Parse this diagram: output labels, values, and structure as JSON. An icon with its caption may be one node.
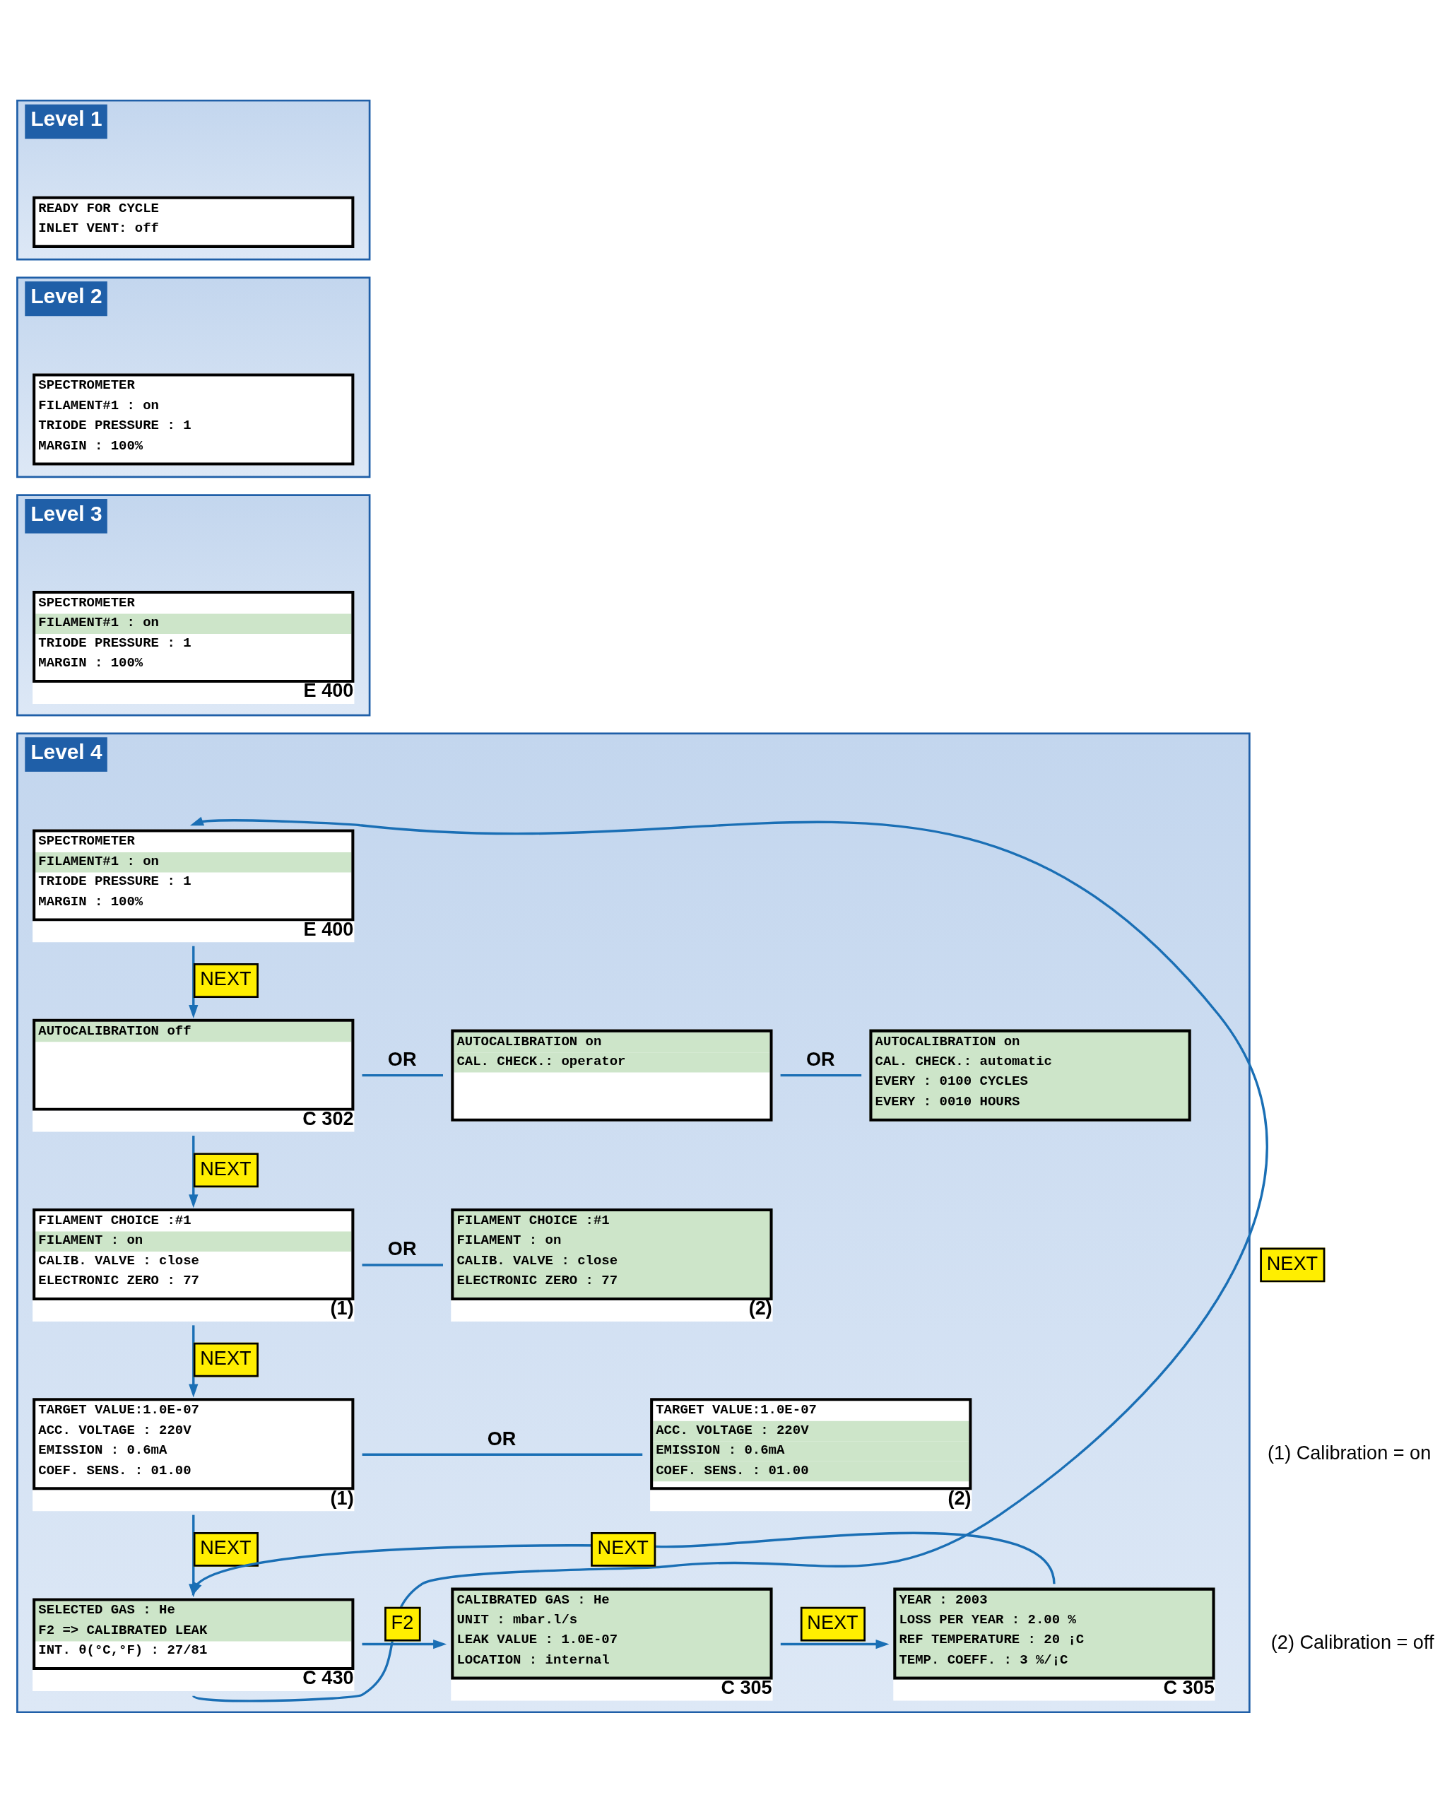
{
  "diagram": {
    "nodes": [
      {
        "text": [
          "Level 1"
        ]
      },
      {
        "text": [
          "READY FOR CYCLE",
          "INLET VENT: off"
        ],
        "in": 0
      },
      {
        "text": [
          "Level 2"
        ]
      },
      {
        "text": [
          "SPECTROMETER",
          "FILAMENT#1 : on",
          "TRIODE PRESSURE : 1",
          "MARGIN : 100%"
        ],
        "in": 2
      },
      {
        "text": [
          "Level 3"
        ]
      },
      {
        "text": [
          "SPECTROMETER",
          "FILAMENT#1 : on",
          "TRIODE PRESSURE : 1",
          "MARGIN : 100%"
        ],
        "in": 4,
        "beside": [
          "E 400"
        ]
      },
      {
        "text": [
          "Level 4"
        ]
      },
      {
        "text": [
          "SPECTROMETER",
          "FILAMENT#1 : on",
          "TRIODE PRESSURE : 1",
          "MARGIN : 100%"
        ],
        "in": 6,
        "beside": [
          "E 400"
        ]
      },
      {
        "text": [
          "AUTOCALIBRATION off"
        ],
        "in": 6,
        "beside": [
          "C 302"
        ]
      },
      {
        "text": [
          "AUTOCALIBRATION on",
          "CAL. CHECK.: operator"
        ],
        "in": 6
      },
      {
        "text": [
          "AUTOCALIBRATION on",
          "CAL. CHECK.: automatic",
          "EVERY : 0100 CYCLES",
          "EVERY : 0010 HOURS"
        ],
        "in": 6
      },
      {
        "text": [
          "FILAMENT CHOICE :#1",
          "FILAMENT : on",
          "CALIB. VALVE : close",
          "ELECTRONIC ZERO : 77"
        ],
        "in": 6,
        "beside": [
          "(1)"
        ]
      },
      {
        "text": [
          "FILAMENT CHOICE :#1",
          "FILAMENT : on",
          "CALIB. VALVE : close",
          "ELECTRONIC ZERO : 77"
        ],
        "in": 6,
        "beside": [
          "(2)"
        ]
      },
      {
        "text": [
          "TARGET VALUE:1.0E-07",
          "ACC. VOLTAGE : 220V",
          "EMISSION : 0.6mA",
          "COEF. SENS. : 01.00"
        ],
        "in": 6,
        "beside": [
          "(1)"
        ]
      },
      {
        "text": [
          "TARGET VALUE:1.0E-07",
          "ACC. VOLTAGE : 220V",
          "EMISSION : 0.6mA",
          "COEF. SENS. : 01.00"
        ],
        "in": 6,
        "beside": [
          "(2)"
        ]
      },
      {
        "text": [
          "SELECTED GAS : He",
          "F2 => CALIBRATED LEAK",
          "INT. θ(°C,°F) : 27/81"
        ],
        "in": 6,
        "beside": [
          "C 430"
        ]
      },
      {
        "text": [
          "CALIBRATED GAS : He",
          "UNIT : mbar.l/s",
          "LEAK VALUE : 1.0E-07",
          "LOCATION : internal"
        ],
        "in": 6,
        "beside": [
          "C 305"
        ]
      },
      {
        "text": [
          "YEAR : 2003",
          "LOSS PER YEAR : 2.00 %",
          "REF TEMPERATURE : 20 ¡C",
          "TEMP. COEFF. : 3 %/¡C"
        ],
        "in": 6,
        "beside": [
          "C 305"
        ]
      }
    ],
    "edges": [
      {
        "from": 7,
        "to": 8,
        "arrow": "to",
        "label": "NEXT"
      },
      {
        "from": 8,
        "to": 9,
        "arrow": "none",
        "label": "OR"
      },
      {
        "from": 9,
        "to": 10,
        "arrow": "none",
        "label": "OR"
      },
      {
        "from": 8,
        "to": 11,
        "arrow": "to",
        "label": "NEXT"
      },
      {
        "from": 11,
        "to": 12,
        "arrow": "none",
        "label": "OR"
      },
      {
        "from": 11,
        "to": 13,
        "arrow": "to",
        "label": "NEXT"
      },
      {
        "from": 13,
        "to": 14,
        "arrow": "none",
        "label": "OR"
      },
      {
        "from": 13,
        "to": 15,
        "arrow": "to",
        "label": "NEXT"
      },
      {
        "from": 15,
        "to": 16,
        "arrow": "to",
        "label": "F2"
      },
      {
        "from": 16,
        "to": 17,
        "arrow": "to",
        "label": "NEXT"
      },
      {
        "from": 17,
        "to": 15,
        "arrow": "to",
        "label": "NEXT"
      },
      {
        "from": 15,
        "to": 7,
        "arrow": "to",
        "label": "NEXT"
      }
    ],
    "labels": [
      "(1) Calibration = on",
      "(2) Calibration = off"
    ]
  }
}
